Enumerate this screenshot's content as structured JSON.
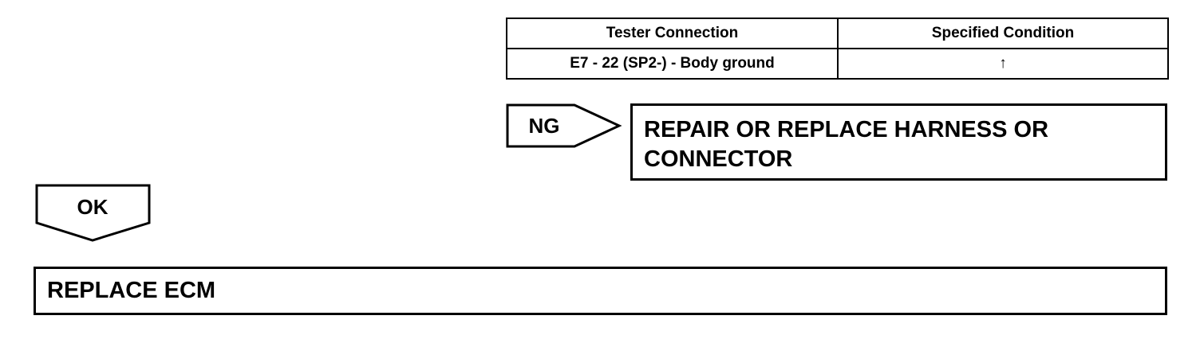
{
  "table": {
    "headers": [
      "Tester Connection",
      "Specified Condition"
    ],
    "rows": [
      [
        "E7 - 22 (SP2-) - Body ground",
        "↑"
      ]
    ]
  },
  "ng_branch": {
    "label": "NG",
    "action": "REPAIR OR REPLACE HARNESS OR CONNECTOR"
  },
  "ok_branch": {
    "label": "OK",
    "action": "REPLACE ECM"
  }
}
